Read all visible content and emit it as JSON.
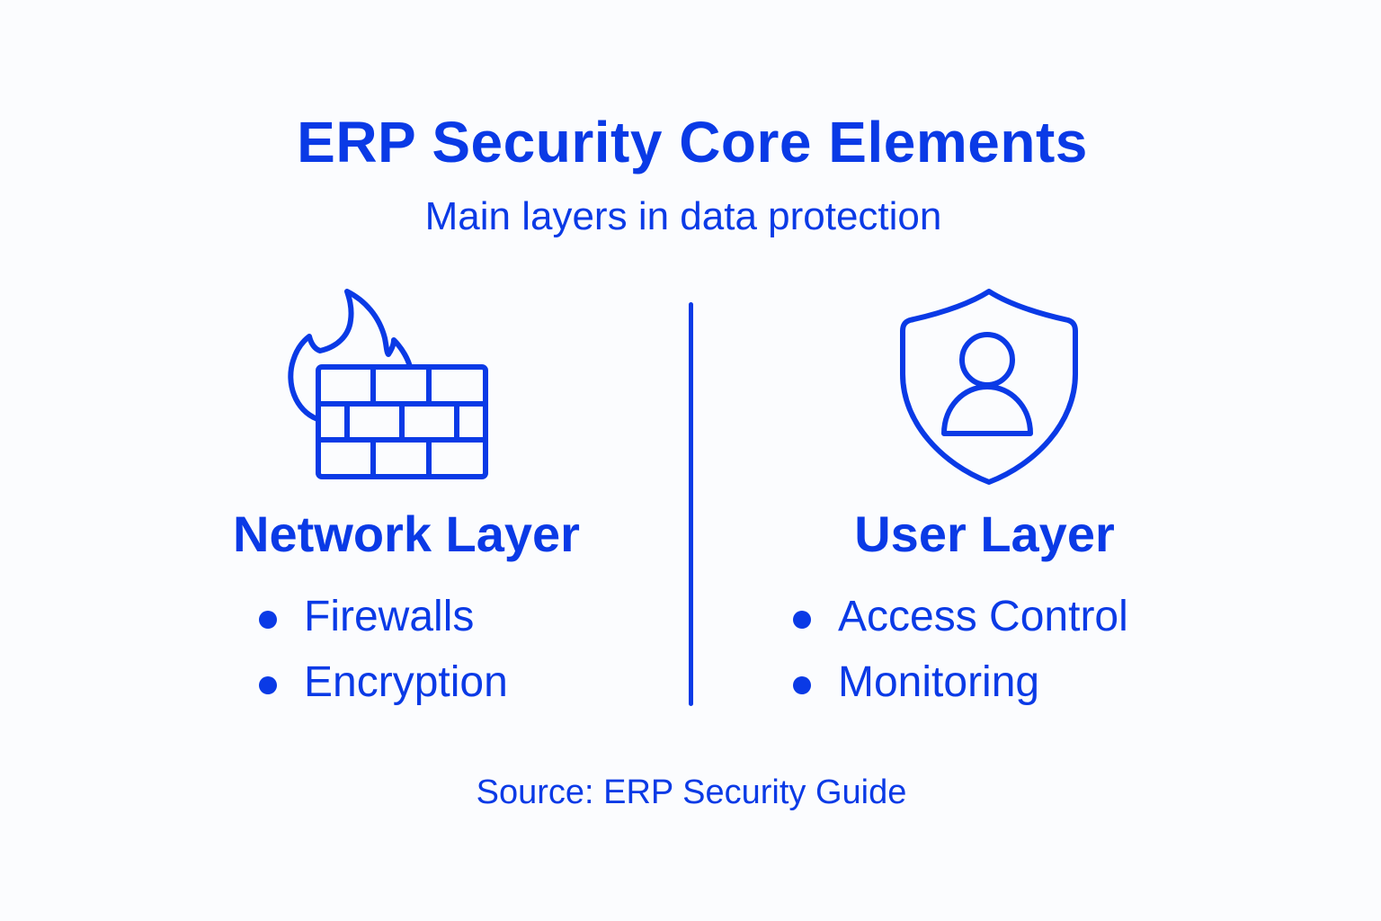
{
  "header": {
    "title": "ERP Security Core Elements",
    "subtitle": "Main layers in data protection"
  },
  "colors": {
    "accent": "#0a3ae6",
    "background": "#fbfcfe"
  },
  "columns": [
    {
      "icon": "firewall-icon",
      "title": "Network Layer",
      "items": [
        "Firewalls",
        "Encryption"
      ]
    },
    {
      "icon": "shield-user-icon",
      "title": "User Layer",
      "items": [
        "Access Control",
        "Monitoring"
      ]
    }
  ],
  "footer": {
    "source": "Source: ERP Security Guide"
  }
}
